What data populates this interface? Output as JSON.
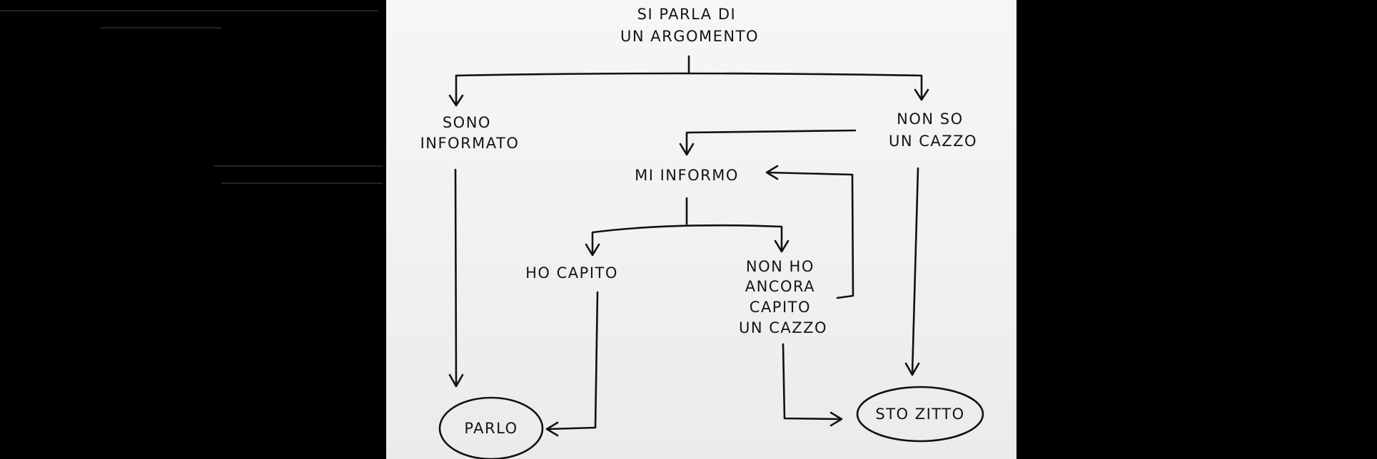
{
  "nodes": {
    "topic": {
      "lines": [
        "SI PARLA DI",
        "UN ARGOMENTO"
      ]
    },
    "informed": {
      "lines": [
        "SONO",
        "INFORMATO"
      ]
    },
    "clueless": {
      "lines": [
        "NON SO",
        "UN CAZZO"
      ]
    },
    "inform": {
      "lines": [
        "MI INFORMO"
      ]
    },
    "understood": {
      "lines": [
        "HO CAPITO"
      ]
    },
    "not_yet": {
      "lines": [
        "NON HO",
        "ANCORA",
        "CAPITO",
        "UN CAZZO"
      ]
    },
    "speak": {
      "lines": [
        "PARLO"
      ]
    },
    "silent": {
      "lines": [
        "STO ZITTO"
      ]
    }
  }
}
